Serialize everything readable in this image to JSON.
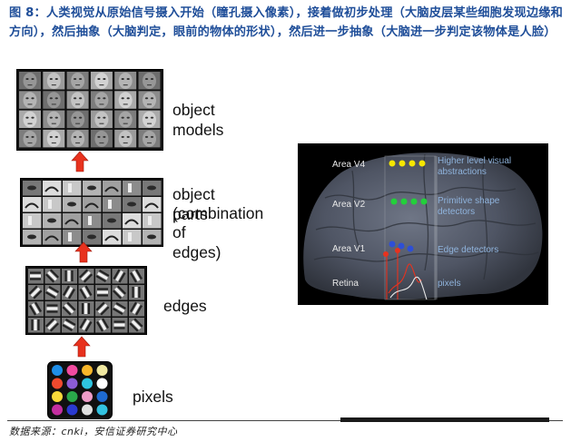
{
  "caption": "图 8：人类视觉从原始信号摄入开始（瞳孔摄入像素），接着做初步处理（大脑皮层某些细胞发现边缘和方向），然后抽象（大脑判定，眼前的物体的形状），然后进一步抽象（大脑进一步判定该物体是人脸）",
  "hierarchy": {
    "level4": {
      "label": "object models"
    },
    "level3": {
      "label_line1": "object parts",
      "label_line2": "(combination",
      "label_line3": "of edges)"
    },
    "level2": {
      "label": "edges"
    },
    "level1": {
      "label": "pixels"
    }
  },
  "brain": {
    "area_v4": "Area V4",
    "area_v2": "Area V2",
    "area_v1": "Area V1",
    "retina": "Retina",
    "v4_desc_line1": "Higher level visual",
    "v4_desc_line2": "abstractions",
    "v2_desc_line1": "Primitive shape",
    "v2_desc_line2": "detectors",
    "v1_desc": "Edge detectors",
    "retina_desc": "pixels"
  },
  "colors": {
    "caption": "#1f4e99",
    "arrow": "#e8321e",
    "v4_dots": "#f5e600",
    "v2_dots": "#22d13a",
    "v1_dots": "#2e4fd6"
  },
  "source": "数据来源：cnki，安信证券研究中心"
}
